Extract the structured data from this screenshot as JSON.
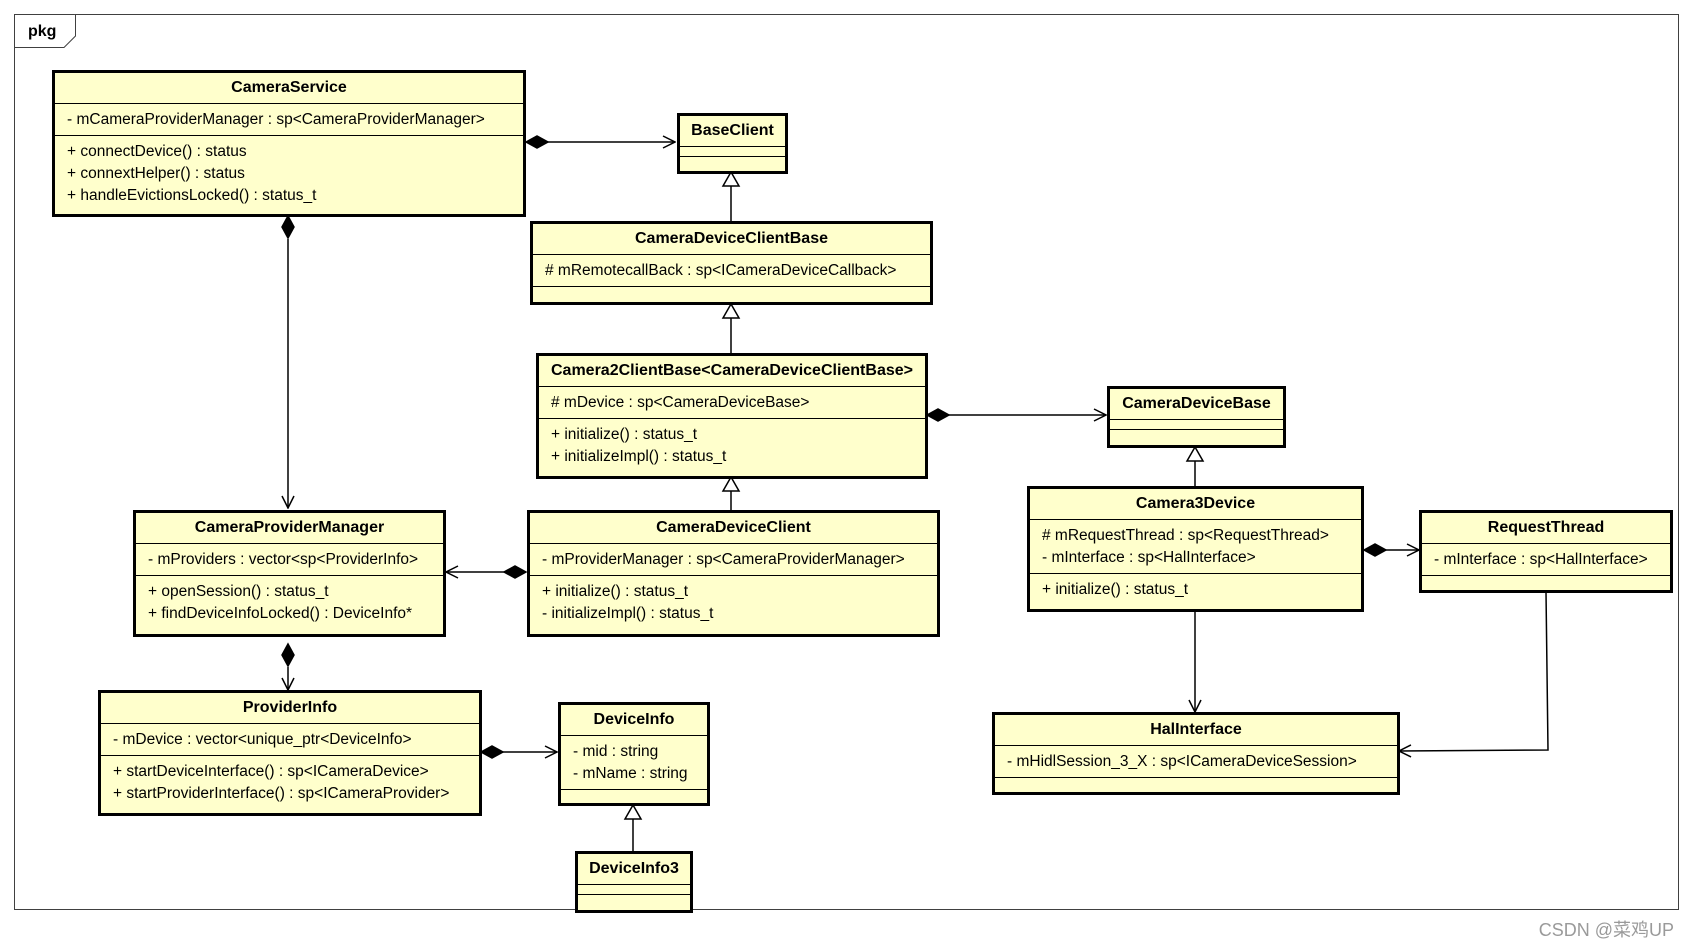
{
  "package": {
    "label": "pkg"
  },
  "classes": {
    "camera_service": {
      "name": "CameraService",
      "attributes": [
        "- mCameraProviderManager : sp<CameraProviderManager>"
      ],
      "operations": [
        "+ connectDevice() : status",
        "+ connextHelper() : status",
        "+ handleEvictionsLocked() : status_t"
      ]
    },
    "base_client": {
      "name": "BaseClient"
    },
    "camera_device_client_base": {
      "name": "CameraDeviceClientBase",
      "attributes": [
        "# mRemotecallBack : sp<ICameraDeviceCallback>"
      ]
    },
    "camera2_client_base": {
      "name": "Camera2ClientBase<CameraDeviceClientBase>",
      "attributes": [
        "# mDevice : sp<CameraDeviceBase>"
      ],
      "operations": [
        "+ initialize() : status_t",
        "+ initializeImpl() : status_t"
      ]
    },
    "camera_device_base": {
      "name": "CameraDeviceBase"
    },
    "camera_provider_manager": {
      "name": "CameraProviderManager",
      "attributes": [
        "- mProviders : vector<sp<ProviderInfo>"
      ],
      "operations": [
        "+ openSession() : status_t",
        "+ findDeviceInfoLocked() : DeviceInfo*"
      ]
    },
    "camera_device_client": {
      "name": "CameraDeviceClient",
      "attributes": [
        "- mProviderManager : sp<CameraProviderManager>"
      ],
      "operations": [
        "+ initialize() : status_t",
        "- initializeImpl() : status_t"
      ]
    },
    "camera3_device": {
      "name": "Camera3Device",
      "attributes": [
        "# mRequestThread : sp<RequestThread>",
        "- mInterface : sp<HalInterface>"
      ],
      "operations": [
        "+ initialize() : status_t"
      ]
    },
    "request_thread": {
      "name": "RequestThread",
      "attributes": [
        "- mInterface : sp<HalInterface>"
      ]
    },
    "provider_info": {
      "name": "ProviderInfo",
      "attributes": [
        "- mDevice : vector<unique_ptr<DeviceInfo>"
      ],
      "operations": [
        "+ startDeviceInterface() : sp<ICameraDevice>",
        "+ startProviderInterface() : sp<ICameraProvider>"
      ]
    },
    "device_info": {
      "name": "DeviceInfo",
      "attributes": [
        "- mid : string",
        "- mName : string"
      ]
    },
    "device_info3": {
      "name": "DeviceInfo3"
    },
    "hal_interface": {
      "name": "HalInterface",
      "attributes": [
        "- mHidlSession_3_X : sp<ICameraDeviceSession>"
      ]
    }
  },
  "relationships": [
    {
      "kind": "composition",
      "from": "camera_service",
      "to": "base_client"
    },
    {
      "kind": "composition",
      "from": "camera_service",
      "to": "camera_provider_manager"
    },
    {
      "kind": "generalization",
      "from": "camera_device_client_base",
      "to": "base_client"
    },
    {
      "kind": "generalization",
      "from": "camera2_client_base",
      "to": "camera_device_client_base"
    },
    {
      "kind": "generalization",
      "from": "camera_device_client",
      "to": "camera2_client_base"
    },
    {
      "kind": "composition",
      "from": "camera2_client_base",
      "to": "camera_device_base"
    },
    {
      "kind": "generalization",
      "from": "camera3_device",
      "to": "camera_device_base"
    },
    {
      "kind": "composition",
      "from": "camera3_device",
      "to": "request_thread"
    },
    {
      "kind": "association",
      "from": "camera3_device",
      "to": "hal_interface"
    },
    {
      "kind": "association",
      "from": "request_thread",
      "to": "hal_interface"
    },
    {
      "kind": "composition",
      "from": "camera_device_client",
      "to": "camera_provider_manager"
    },
    {
      "kind": "composition",
      "from": "camera_provider_manager",
      "to": "provider_info"
    },
    {
      "kind": "composition",
      "from": "provider_info",
      "to": "device_info"
    },
    {
      "kind": "generalization",
      "from": "device_info3",
      "to": "device_info"
    }
  ],
  "watermark": "CSDN @菜鸡UP"
}
